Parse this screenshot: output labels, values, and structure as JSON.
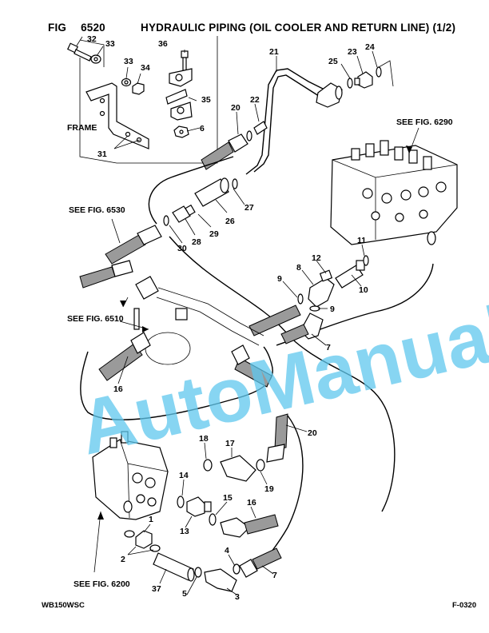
{
  "header": {
    "fig_label": "FIG",
    "fig_number": "6520",
    "title": "HYDRAULIC PIPING (OIL COOLER AND RETURN LINE) (1/2)"
  },
  "footer": {
    "model": "WB150WSC",
    "page_code": "F-0320"
  },
  "watermark": "AutoManual",
  "notes": {
    "frame": "FRAME",
    "see_6290": "SEE FIG. 6290",
    "see_6530": "SEE FIG. 6530",
    "see_6510": "SEE FIG. 6510",
    "see_6200": "SEE FIG. 6200"
  },
  "callouts": {
    "c32": "32",
    "c33a": "33",
    "c33b": "33",
    "c34": "34",
    "c36": "36",
    "c35": "35",
    "c6": "6",
    "c31": "31",
    "c21": "21",
    "c25": "25",
    "c23": "23",
    "c24": "24",
    "c20a": "20",
    "c22": "22",
    "c27": "27",
    "c26": "26",
    "c29": "29",
    "c28": "28",
    "c30": "30",
    "c11": "11",
    "c8": "8",
    "c12": "12",
    "c9a": "9",
    "c9b": "9",
    "c10": "10",
    "c7a": "7",
    "c16a": "16",
    "c20b": "20",
    "c18": "18",
    "c17": "17",
    "c19": "19",
    "c14": "14",
    "c15": "15",
    "c13": "13",
    "c16b": "16",
    "c1": "1",
    "c2": "2",
    "c4": "4",
    "c37": "37",
    "c5": "5",
    "c3": "3",
    "c7b": "7"
  },
  "colors": {
    "watermark": "#5fc8ee",
    "hose": "#9a9a9a"
  }
}
